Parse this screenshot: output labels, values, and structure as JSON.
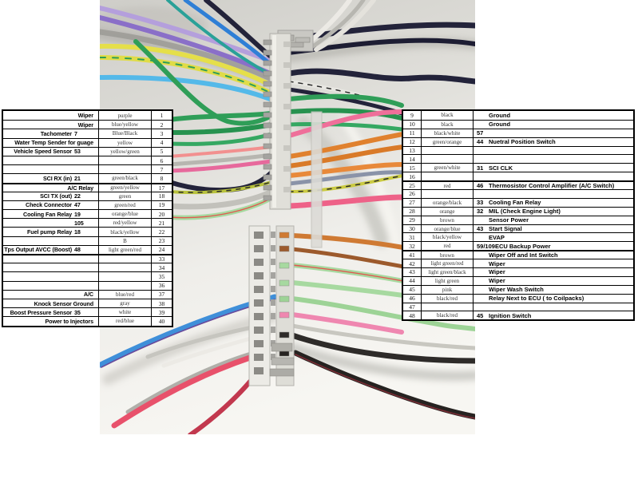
{
  "left_table": {
    "rows": [
      {
        "label": "Wiper",
        "num": "",
        "color": "purple",
        "pin": "1"
      },
      {
        "label": "Wiper",
        "num": "",
        "color": "blue/yellow",
        "pin": "2"
      },
      {
        "label": "Tachometer",
        "num": "7",
        "color": "Blue/Black",
        "pin": "3"
      },
      {
        "label": "Water Temp Sender for guage",
        "num": "",
        "color": "yellow",
        "pin": "4"
      },
      {
        "label": "Vehicle Speed Sensor",
        "num": "53",
        "color": "yellow/green",
        "pin": "5"
      },
      {
        "label": "",
        "num": "",
        "color": "",
        "pin": "6"
      },
      {
        "label": "",
        "num": "",
        "color": "",
        "pin": "7"
      },
      {
        "label": "SCI RX (in)",
        "num": "21",
        "color": "green/black",
        "pin": "8"
      },
      {
        "label": "A/C Relay",
        "num": "",
        "color": "green/yellow",
        "pin": "17",
        "sec": "sec"
      },
      {
        "label": "SCI TX (out)",
        "num": "22",
        "color": "green",
        "pin": "18"
      },
      {
        "label": "Check Connector",
        "num": "47",
        "color": "green/red",
        "pin": "19"
      },
      {
        "label": "Cooling Fan Relay",
        "num": "19",
        "color": "orange/blue",
        "pin": "20"
      },
      {
        "label": "",
        "num": "105",
        "color": "red/yellow",
        "pin": "21"
      },
      {
        "label": "Fuel pump Relay",
        "num": "18",
        "color": "black/yellow",
        "pin": "22"
      },
      {
        "label": "",
        "num": "",
        "color": "B",
        "pin": "23"
      },
      {
        "label": "Tps Output AVCC (Boost)",
        "num": "48",
        "color": "light green/red",
        "pin": "24"
      },
      {
        "label": "",
        "num": "",
        "color": "",
        "pin": "33",
        "sec": "sec"
      },
      {
        "label": "",
        "num": "",
        "color": "",
        "pin": "34"
      },
      {
        "label": "",
        "num": "",
        "color": "",
        "pin": "35"
      },
      {
        "label": "",
        "num": "",
        "color": "",
        "pin": "36"
      },
      {
        "label": "A/C",
        "num": "",
        "color": "blue/red",
        "pin": "37"
      },
      {
        "label": "Knock Sensor Ground",
        "num": "",
        "color": "gray",
        "pin": "38"
      },
      {
        "label": "Boost Pressure Sensor",
        "num": "35",
        "color": "white",
        "pin": "39"
      },
      {
        "label": "Power to Injectors",
        "num": "",
        "color": "red/blue",
        "pin": "40"
      }
    ]
  },
  "right_table": {
    "rows": [
      {
        "pin": "9",
        "color": "black",
        "num": "",
        "desc": "Ground"
      },
      {
        "pin": "10",
        "color": "black",
        "num": "",
        "desc": "Ground"
      },
      {
        "pin": "11",
        "color": "black/white",
        "num": "57",
        "desc": ""
      },
      {
        "pin": "12",
        "color": "green/orange",
        "num": "44",
        "desc": "Nuetral Position Switch"
      },
      {
        "pin": "13",
        "color": "",
        "num": "",
        "desc": ""
      },
      {
        "pin": "14",
        "color": "",
        "num": "",
        "desc": ""
      },
      {
        "pin": "15",
        "color": "green/white",
        "num": "31",
        "desc": "SCI CLK"
      },
      {
        "pin": "16",
        "color": "",
        "num": "",
        "desc": ""
      },
      {
        "pin": "25",
        "color": "red",
        "num": "46",
        "desc": "Thermosistor Control Amplifier (A/C Switch)",
        "sec": "sec"
      },
      {
        "pin": "26",
        "color": "",
        "num": "",
        "desc": ""
      },
      {
        "pin": "27",
        "color": "orange/black",
        "num": "33",
        "desc": "Cooling Fan Relay"
      },
      {
        "pin": "28",
        "color": "orange",
        "num": "32",
        "desc": "MIL (Check Engine Light)"
      },
      {
        "pin": "29",
        "color": "brown",
        "num": "",
        "desc": "Sensor Power"
      },
      {
        "pin": "30",
        "color": "orange/blue",
        "num": "43",
        "desc": "Start Signal"
      },
      {
        "pin": "31",
        "color": "black/yellow",
        "num": "",
        "desc": "EVAP"
      },
      {
        "pin": "32",
        "color": "red",
        "num": "59/109",
        "desc": "ECU Backup Power"
      },
      {
        "pin": "41",
        "color": "brown",
        "num": "",
        "desc": "Wiper Off and Int Switch",
        "sec": "sec"
      },
      {
        "pin": "42",
        "color": "light green/red",
        "num": "",
        "desc": "Wiper"
      },
      {
        "pin": "43",
        "color": "light green/black",
        "num": "",
        "desc": "Wiper"
      },
      {
        "pin": "44",
        "color": "light green",
        "num": "",
        "desc": "Wiper"
      },
      {
        "pin": "45",
        "color": "pink",
        "num": "",
        "desc": "Wiper Wash Switch"
      },
      {
        "pin": "46",
        "color": "black/red",
        "num": "",
        "desc": "Relay Next to ECU ( to Coilpacks)"
      },
      {
        "pin": "47",
        "color": "",
        "num": "",
        "desc": ""
      },
      {
        "pin": "48",
        "color": "black/red",
        "num": "45",
        "desc": "Ignition Switch"
      }
    ]
  },
  "photo": {
    "palette": {
      "fabric": "#dcdbd6",
      "navy": "#23233a",
      "green": "#2f9e58",
      "light_green": "#a7d9a0",
      "yellow": "#e5df4a",
      "light_blue": "#54b9e9",
      "blue": "#3f8fd9",
      "purple": "#8a6fc8",
      "lavender": "#b49fdc",
      "pink": "#ee6288",
      "salmon": "#f2908f",
      "orange": "#e0812e",
      "brown": "#9c5a2c",
      "red": "#e8516b",
      "black_wire": "#2e2b29",
      "gray_wire": "#b7b6b0",
      "white_wire": "#eceae5"
    }
  }
}
